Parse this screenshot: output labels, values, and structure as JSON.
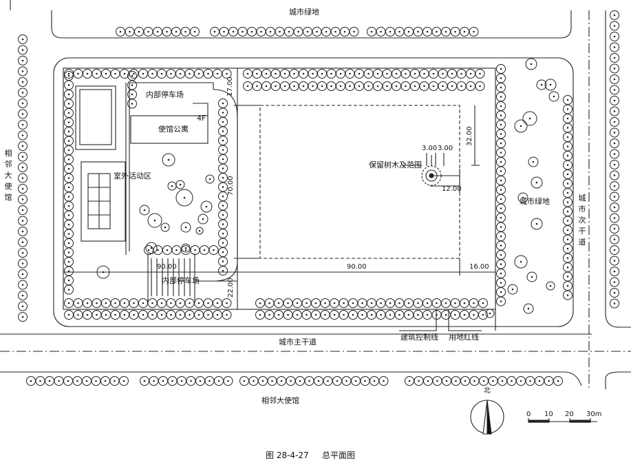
{
  "labels": {
    "top_green": "城市绿地",
    "left_embassy": "相邻大使馆",
    "right_road": "城市次干道",
    "right_green": "城市绿地",
    "main_road": "城市主干道",
    "bottom_embassy": "相邻大使馆",
    "parking_top": "内部停车场",
    "parking_bottom": "内部停车场",
    "apartment": "使馆公寓",
    "floors": "4F",
    "outdoor": "室外活动区",
    "tree_protect": "保留树木及范围",
    "building_line": "建筑控制线",
    "red_line": "用地红线",
    "north": "北"
  },
  "dims": {
    "top_setback": "17.00",
    "right_depth": "32.00",
    "tree_a": "3.00",
    "tree_b": "3.00",
    "tree_c": "12.00",
    "left_height": "70.00",
    "bottom_left": "90.00",
    "bottom_mid": "90.00",
    "bottom_right": "16.00",
    "bottom_setback": "22.00"
  },
  "scale": {
    "ticks": [
      "0",
      "10",
      "20",
      "30m"
    ]
  },
  "caption": {
    "figure": "图 28-4-27",
    "title": "总平面图"
  }
}
